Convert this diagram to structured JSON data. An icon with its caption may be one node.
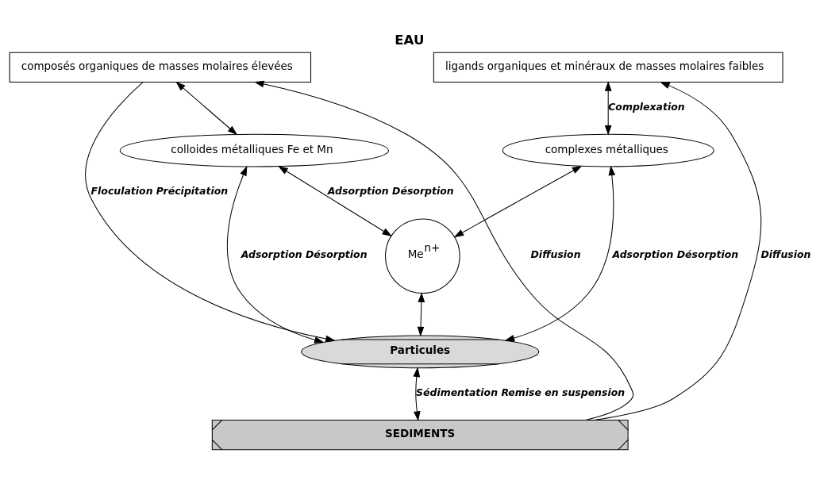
{
  "diagram": {
    "title": "EAU",
    "nodes": [
      {
        "text": [
          "composés organiques de masses molaires élevées"
        ]
      },
      {
        "text": [
          "ligands organiques et minéraux de masses molaires faibles"
        ]
      },
      {
        "text": [
          "colloides métalliques Fe et Mn"
        ]
      },
      {
        "text": [
          "Me$^{n+}$"
        ]
      },
      {
        "text": [
          "complexes métalliques"
        ]
      },
      {
        "text": [
          "Particules"
        ]
      },
      {
        "text": [
          "SEDIMENTS"
        ]
      }
    ],
    "edges": [
      {
        "from": 6,
        "to": 0,
        "arrow": "to",
        "label": "Diffusion"
      },
      {
        "from": 6,
        "to": 1,
        "arrow": "to",
        "label": "Diffusion"
      },
      {
        "from": 0,
        "to": 2,
        "arrow": "both"
      },
      {
        "from": 1,
        "to": 4,
        "arrow": "both",
        "label": "Complexation"
      },
      {
        "from": 2,
        "to": 3,
        "arrow": "both",
        "label": "Adsorption Désorption"
      },
      {
        "from": 3,
        "to": 4,
        "arrow": "both"
      },
      {
        "from": 0,
        "to": 5,
        "arrow": "to",
        "label": "Floculation Précipitation"
      },
      {
        "from": 2,
        "to": 5,
        "arrow": "both",
        "label": "Adsorption Désorption"
      },
      {
        "from": 3,
        "to": 5,
        "arrow": "both"
      },
      {
        "from": 4,
        "to": 5,
        "arrow": "both",
        "label": "Adsorption Désorption"
      },
      {
        "from": 5,
        "to": 6,
        "arrow": "both",
        "label": "Sédimentation Remise en suspension"
      }
    ]
  }
}
